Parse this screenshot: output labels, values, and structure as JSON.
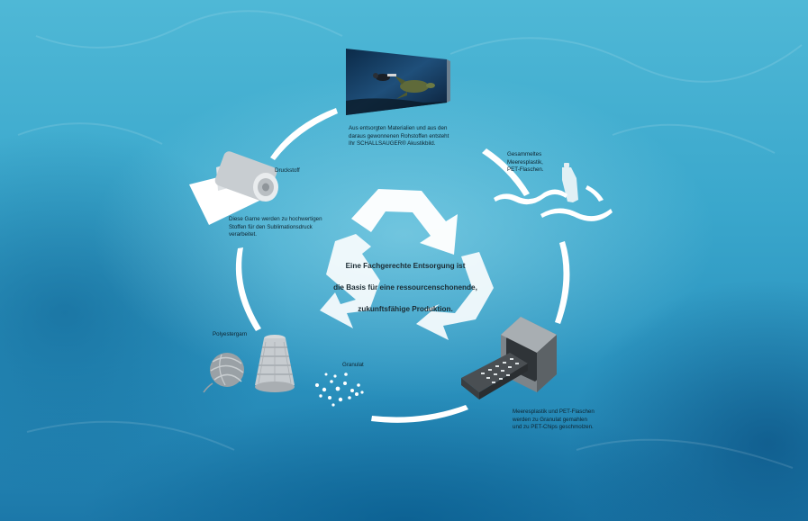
{
  "center": {
    "line1": "Eine Fachgerechte Entsorgung ist",
    "line2": "die Basis für eine ressourcenschonende,",
    "line3": "zukunftsfähige Produktion."
  },
  "steps": {
    "image": {
      "line1": "Aus entsorgten Materialien und aus den",
      "line2": "daraus gewonnenen Rohstoffen entsteht",
      "line3": "Ihr SCHALLSAUGER® Akustikbild."
    },
    "plastic": {
      "line1": "Gesammeltes",
      "line2": "Meeresplastik,",
      "line3": "PET-Flaschen."
    },
    "machine": {
      "line1": "Meeresplastik und PET-Flaschen",
      "line2": "werden zu Granulat gemahlen",
      "line3": "und zu PET-Chips geschmolzen."
    },
    "granulate": {
      "label": "Granulat"
    },
    "yarn": {
      "label": "Polyestergarn"
    },
    "fabric": {
      "label": "Druckstoff",
      "line1": "Diese Garne werden zu hochwertigen",
      "line2": "Stoffen für den Sublimationsdruck",
      "line3": "verarbeitet."
    }
  },
  "colors": {
    "water_light": "#4fb8d6",
    "water_dark": "#1c78a9",
    "arrow": "#ffffff",
    "text": "#0e2430"
  }
}
